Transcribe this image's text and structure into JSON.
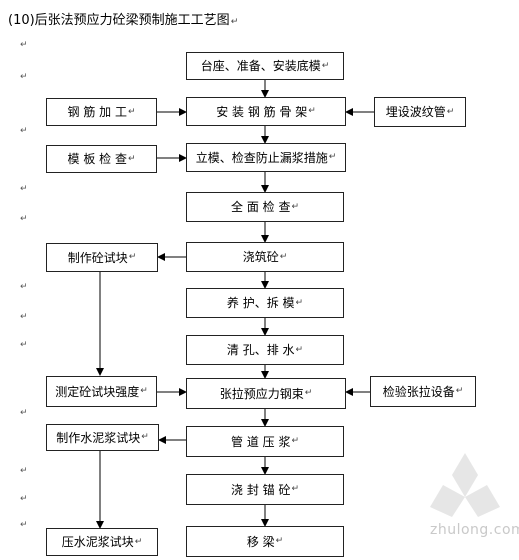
{
  "title": "(10)后张法预应力砼梁预制施工工艺图",
  "paragraph_mark": "↵",
  "main_steps": [
    "台座、准备、安装底模",
    "安 装 钢 筋 骨 架",
    "立模、检查防止漏浆措施",
    "全 面 检 查",
    "浇筑砼",
    "养 护、拆 模",
    "清 孔、排 水",
    "张拉预应力钢束",
    "管 道 压 浆",
    "浇 封 锚 砼",
    "移 梁"
  ],
  "left_inputs": {
    "rebar": "钢 筋 加 工",
    "formwork": "模 板 检 查",
    "make_sample": "制作砼试块",
    "test_sample": "测定砼试块强度",
    "make_grout_sample": "制作水泥浆试块",
    "press_grout_sample": "压水泥浆试块"
  },
  "right_inputs": {
    "duct": "埋设波纹管",
    "tension_equipment": "检验张拉设备"
  },
  "watermark": "zhulong.com"
}
